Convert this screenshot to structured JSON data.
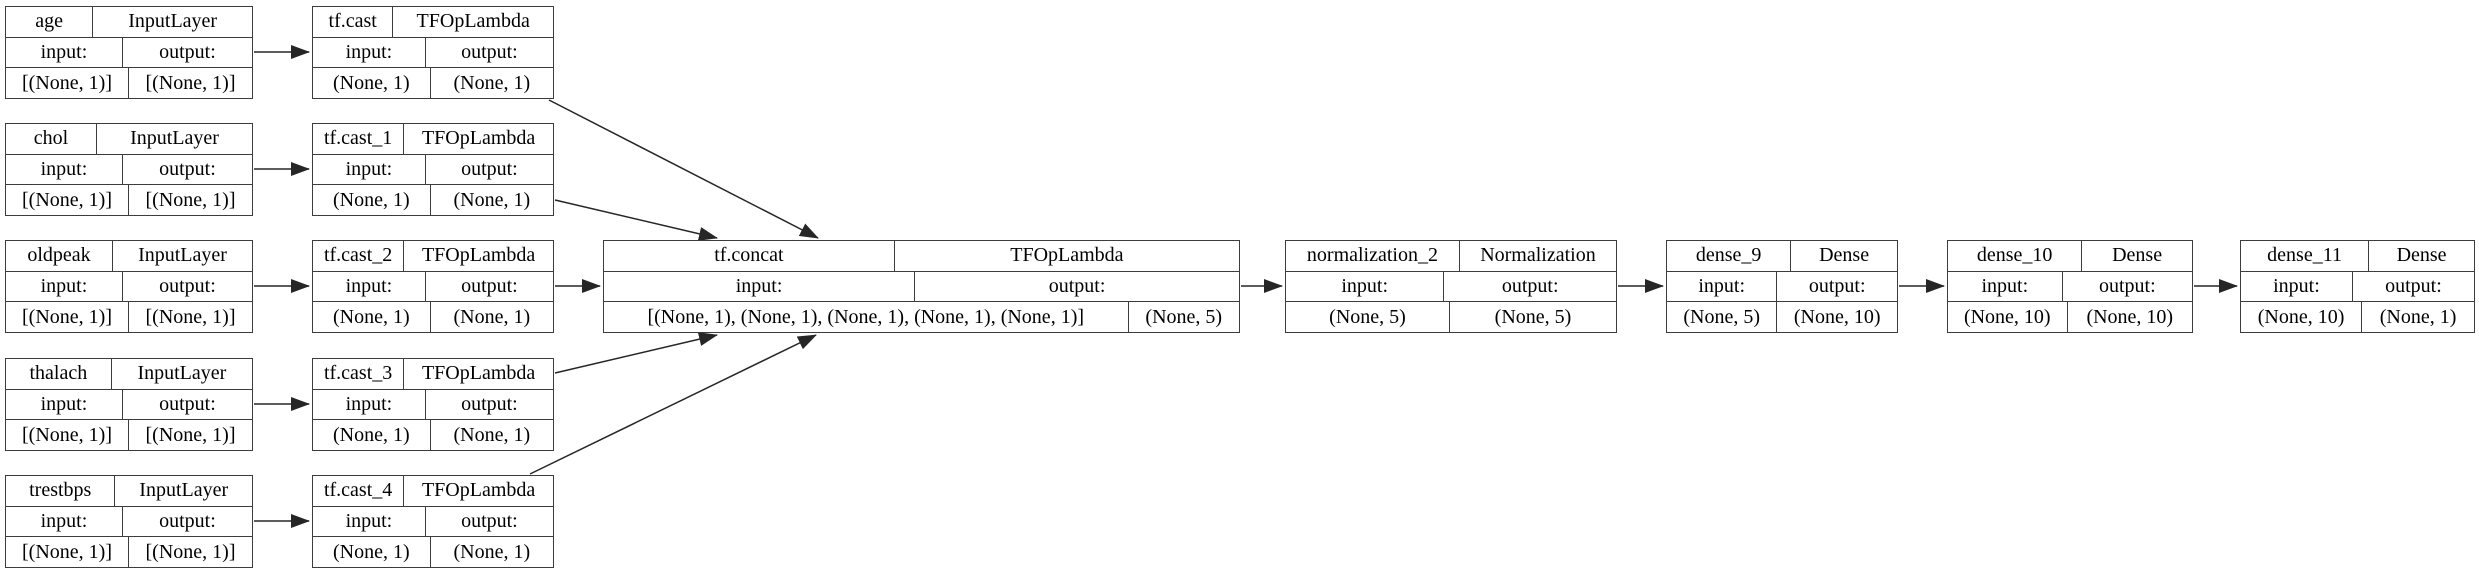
{
  "labels": {
    "input": "input:",
    "output": "output:"
  },
  "nodes": {
    "age": {
      "name": "age",
      "type": "InputLayer",
      "input_shape": "[(None, 1)]",
      "output_shape": "[(None, 1)]"
    },
    "chol": {
      "name": "chol",
      "type": "InputLayer",
      "input_shape": "[(None, 1)]",
      "output_shape": "[(None, 1)]"
    },
    "oldpeak": {
      "name": "oldpeak",
      "type": "InputLayer",
      "input_shape": "[(None, 1)]",
      "output_shape": "[(None, 1)]"
    },
    "thalach": {
      "name": "thalach",
      "type": "InputLayer",
      "input_shape": "[(None, 1)]",
      "output_shape": "[(None, 1)]"
    },
    "trestbps": {
      "name": "trestbps",
      "type": "InputLayer",
      "input_shape": "[(None, 1)]",
      "output_shape": "[(None, 1)]"
    },
    "tf_cast": {
      "name": "tf.cast",
      "type": "TFOpLambda",
      "input_shape": "(None, 1)",
      "output_shape": "(None, 1)"
    },
    "tf_cast_1": {
      "name": "tf.cast_1",
      "type": "TFOpLambda",
      "input_shape": "(None, 1)",
      "output_shape": "(None, 1)"
    },
    "tf_cast_2": {
      "name": "tf.cast_2",
      "type": "TFOpLambda",
      "input_shape": "(None, 1)",
      "output_shape": "(None, 1)"
    },
    "tf_cast_3": {
      "name": "tf.cast_3",
      "type": "TFOpLambda",
      "input_shape": "(None, 1)",
      "output_shape": "(None, 1)"
    },
    "tf_cast_4": {
      "name": "tf.cast_4",
      "type": "TFOpLambda",
      "input_shape": "(None, 1)",
      "output_shape": "(None, 1)"
    },
    "tf_concat": {
      "name": "tf.concat",
      "type": "TFOpLambda",
      "input_shape": "[(None, 1), (None, 1), (None, 1), (None, 1), (None, 1)]",
      "output_shape": "(None, 5)"
    },
    "normalization_2": {
      "name": "normalization_2",
      "type": "Normalization",
      "input_shape": "(None, 5)",
      "output_shape": "(None, 5)"
    },
    "dense_9": {
      "name": "dense_9",
      "type": "Dense",
      "input_shape": "(None, 5)",
      "output_shape": "(None, 10)"
    },
    "dense_10": {
      "name": "dense_10",
      "type": "Dense",
      "input_shape": "(None, 10)",
      "output_shape": "(None, 10)"
    },
    "dense_11": {
      "name": "dense_11",
      "type": "Dense",
      "input_shape": "(None, 10)",
      "output_shape": "(None, 1)"
    }
  },
  "edges": [
    {
      "from": "age",
      "to": "tf.cast"
    },
    {
      "from": "chol",
      "to": "tf.cast_1"
    },
    {
      "from": "oldpeak",
      "to": "tf.cast_2"
    },
    {
      "from": "thalach",
      "to": "tf.cast_3"
    },
    {
      "from": "trestbps",
      "to": "tf.cast_4"
    },
    {
      "from": "tf.cast",
      "to": "tf.concat"
    },
    {
      "from": "tf.cast_1",
      "to": "tf.concat"
    },
    {
      "from": "tf.cast_2",
      "to": "tf.concat"
    },
    {
      "from": "tf.cast_3",
      "to": "tf.concat"
    },
    {
      "from": "tf.cast_4",
      "to": "tf.concat"
    },
    {
      "from": "tf.concat",
      "to": "normalization_2"
    },
    {
      "from": "normalization_2",
      "to": "dense_9"
    },
    {
      "from": "dense_9",
      "to": "dense_10"
    },
    {
      "from": "dense_10",
      "to": "dense_11"
    }
  ],
  "colors": {
    "background": "#ffffff",
    "node_border": "#3c3c3c",
    "edge": "#262626",
    "text": "#000000"
  }
}
